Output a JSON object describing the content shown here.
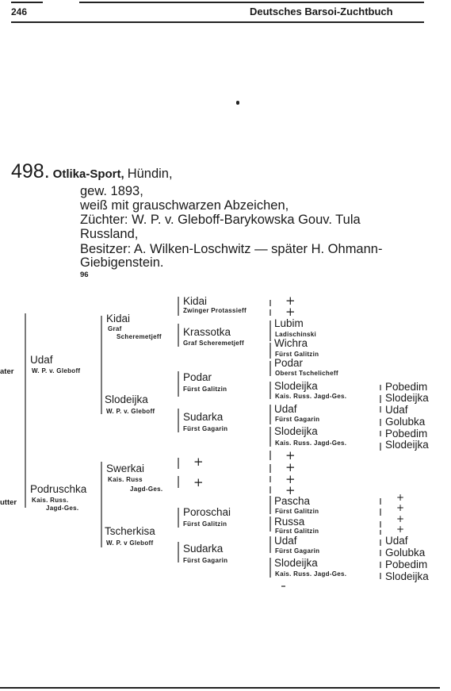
{
  "header": {
    "page_number": "246",
    "running_title": "Deutsches Barsoi-Zuchtbuch"
  },
  "entry": {
    "number": "498.",
    "name": "Otlika-Sport,",
    "sex": "Hündin,",
    "born": "gew. 1893,",
    "color": "weiß mit grauschwarzen Abzeichen,",
    "breeder_line": "Züchter:  W. P. v. Gleboff-Barykowska  Gouv. Tula",
    "breeder_cont": "Russland,",
    "owner_line": "Besitzer: A. Wilken-Loschwitz — später H. Ohmann-",
    "owner_cont": "Giebigenstein.",
    "ref": "96"
  },
  "pedigree": {
    "left": {
      "vater": "ater",
      "mutter": "utter"
    },
    "sire": {
      "name": "Udaf",
      "owner": "W. P. v. Gleboff"
    },
    "dam": {
      "name": "Podruschka",
      "owner1": "Kais. Russ.",
      "owner2": "Jagd-Ges."
    },
    "g2": [
      {
        "name": "Kidai",
        "owner1": "Graf",
        "owner2": "Scheremetjeff"
      },
      {
        "name": "Slodeijka",
        "owner1": "W. P. v. Gleboff"
      },
      {
        "name": "Swerkai",
        "owner1": "Kais. Russ",
        "owner2": "Jagd-Ges."
      },
      {
        "name": "Tscherkisa",
        "owner1": "W. P. v Gleboff"
      }
    ],
    "g3": [
      {
        "name": "Kidai",
        "owner": "Zwinger Protassieff"
      },
      {
        "name": "Krassotka",
        "owner": "Graf Scheremetjeff"
      },
      {
        "name": "Podar",
        "owner": "Fürst Galitzin"
      },
      {
        "name": "Sudarka",
        "owner": "Fürst Gagarin"
      },
      {
        "name": "Poroschai",
        "owner": "Fürst Galitzin"
      },
      {
        "name": "Sudarka",
        "owner": "Fürst Gagarin"
      }
    ],
    "g4": [
      {
        "name": "Lubim",
        "owner": "Ladischinski"
      },
      {
        "name": "Wichra",
        "owner": "Fürst Galitzin"
      },
      {
        "name": "Podar",
        "owner": "Oberst Tschelicheff"
      },
      {
        "name": "Slodeijka",
        "owner": "Kais. Russ. Jagd-Ges."
      },
      {
        "name": "Udaf",
        "owner": "Fürst Gagarin"
      },
      {
        "name": "Slodeijka",
        "owner": "Kais. Russ. Jagd-Ges."
      },
      {
        "name": "Pascha",
        "owner": "Fürst Galitzin"
      },
      {
        "name": "Russa",
        "owner": "Fürst Galitzin"
      },
      {
        "name": "Udaf",
        "owner": "Fürst Gagarin"
      },
      {
        "name": "Slodeijka",
        "owner": "Kais. Russ. Jagd-Ges."
      }
    ],
    "g5": [
      "Pobedim",
      "Slodeijka",
      "Udaf",
      "Golubka",
      "Pobedim",
      "Slodeijka",
      "Udaf",
      "Golubka",
      "Pobedim",
      "Slodeijka"
    ],
    "unknown_mark": "+"
  }
}
